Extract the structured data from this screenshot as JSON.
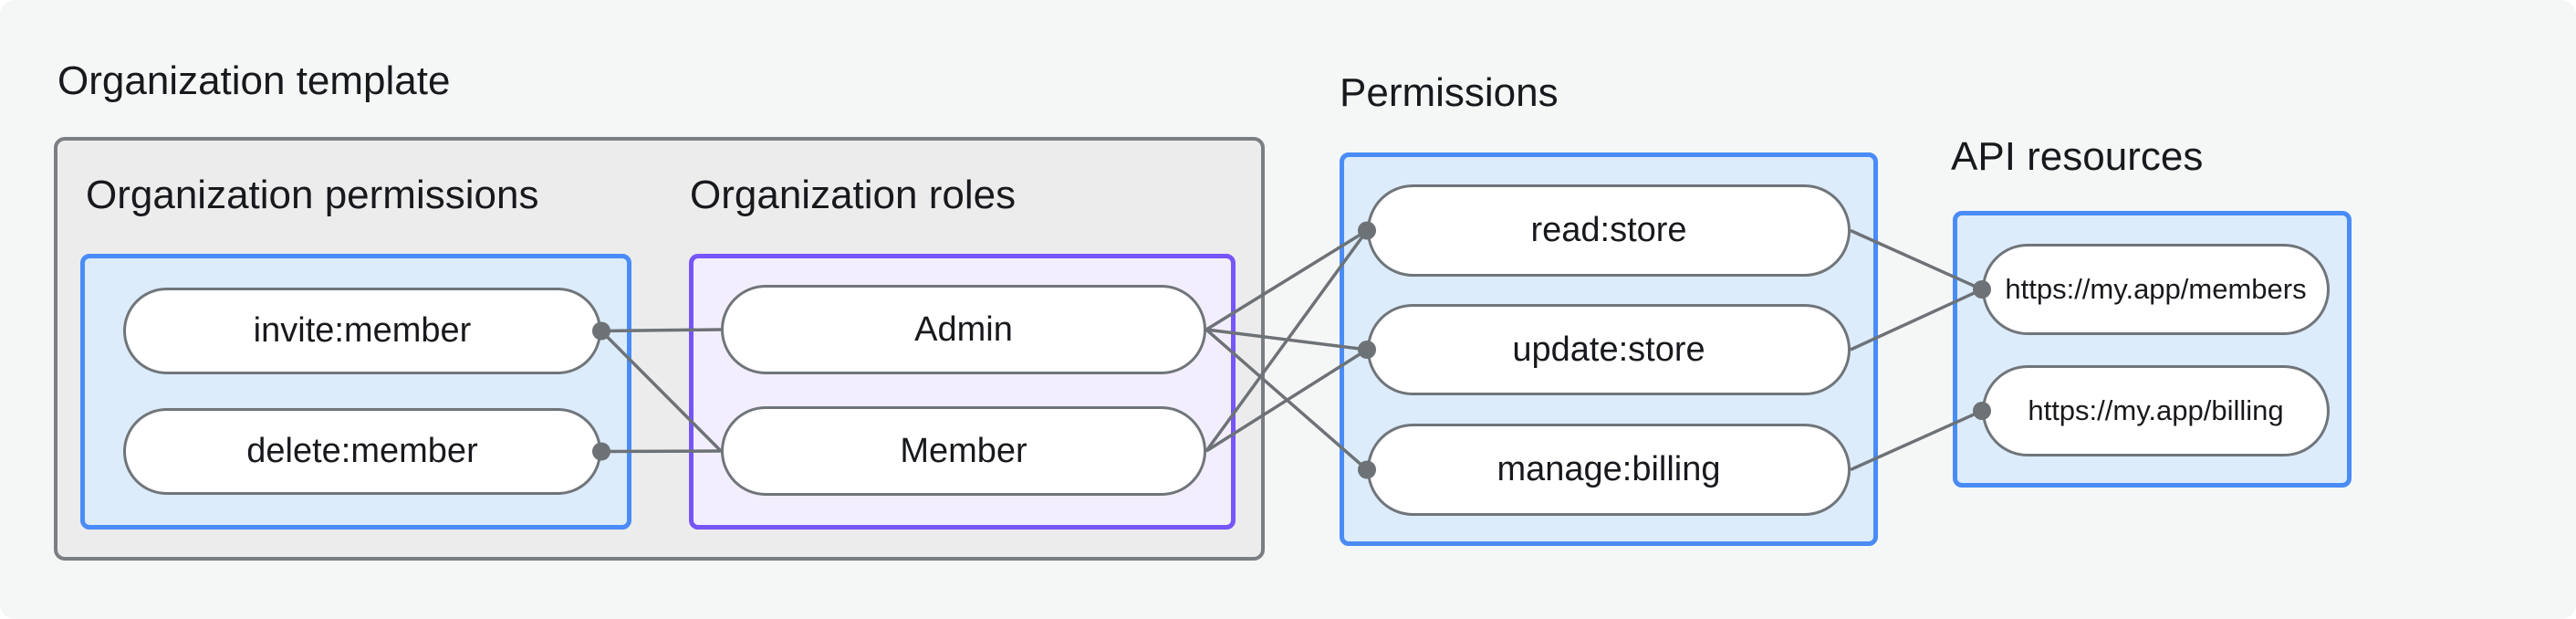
{
  "diagram": {
    "background": "#f5f6f6",
    "org_template": {
      "label": "Organization template",
      "org_permissions": {
        "label": "Organization permissions",
        "nodes": [
          {
            "id": "invite",
            "label": "invite:member"
          },
          {
            "id": "delete",
            "label": "delete:member"
          }
        ]
      },
      "org_roles": {
        "label": "Organization roles",
        "nodes": [
          {
            "id": "admin",
            "label": "Admin"
          },
          {
            "id": "member",
            "label": "Member"
          }
        ]
      }
    },
    "permissions": {
      "label": "Permissions",
      "nodes": [
        {
          "id": "read",
          "label": "read:store"
        },
        {
          "id": "update",
          "label": "update:store"
        },
        {
          "id": "manage",
          "label": "manage:billing"
        }
      ]
    },
    "api_resources": {
      "label": "API resources",
      "nodes": [
        {
          "id": "members_api",
          "label": "https://my.app/members"
        },
        {
          "id": "billing_api",
          "label": "https://my.app/billing"
        }
      ]
    },
    "connections": [
      {
        "from": "invite",
        "to": "admin"
      },
      {
        "from": "invite",
        "to": "member"
      },
      {
        "from": "delete",
        "to": "member"
      },
      {
        "from": "admin",
        "to": "read"
      },
      {
        "from": "admin",
        "to": "update"
      },
      {
        "from": "admin",
        "to": "manage"
      },
      {
        "from": "member",
        "to": "read"
      },
      {
        "from": "member",
        "to": "update"
      },
      {
        "from": "read",
        "to": "members_api"
      },
      {
        "from": "update",
        "to": "members_api"
      },
      {
        "from": "manage",
        "to": "billing_api"
      }
    ],
    "anchor_dots": [
      {
        "node": "invite",
        "side": "right"
      },
      {
        "node": "delete",
        "side": "right"
      },
      {
        "node": "read",
        "side": "left"
      },
      {
        "node": "update",
        "side": "left"
      },
      {
        "node": "manage",
        "side": "left"
      },
      {
        "node": "members_api",
        "side": "left"
      },
      {
        "node": "billing_api",
        "side": "left"
      }
    ],
    "colors": {
      "background": "#f5f6f6",
      "template_fill": "#ececec",
      "template_border": "#7b7e82",
      "blue_fill": "#dcecfb",
      "blue_border": "#4a8cf7",
      "purple_fill": "#f3eefd",
      "purple_border": "#7656f8",
      "pill_fill": "#ffffff",
      "pill_border": "#70757a",
      "wire": "#6d7277",
      "text": "#17191c"
    }
  }
}
